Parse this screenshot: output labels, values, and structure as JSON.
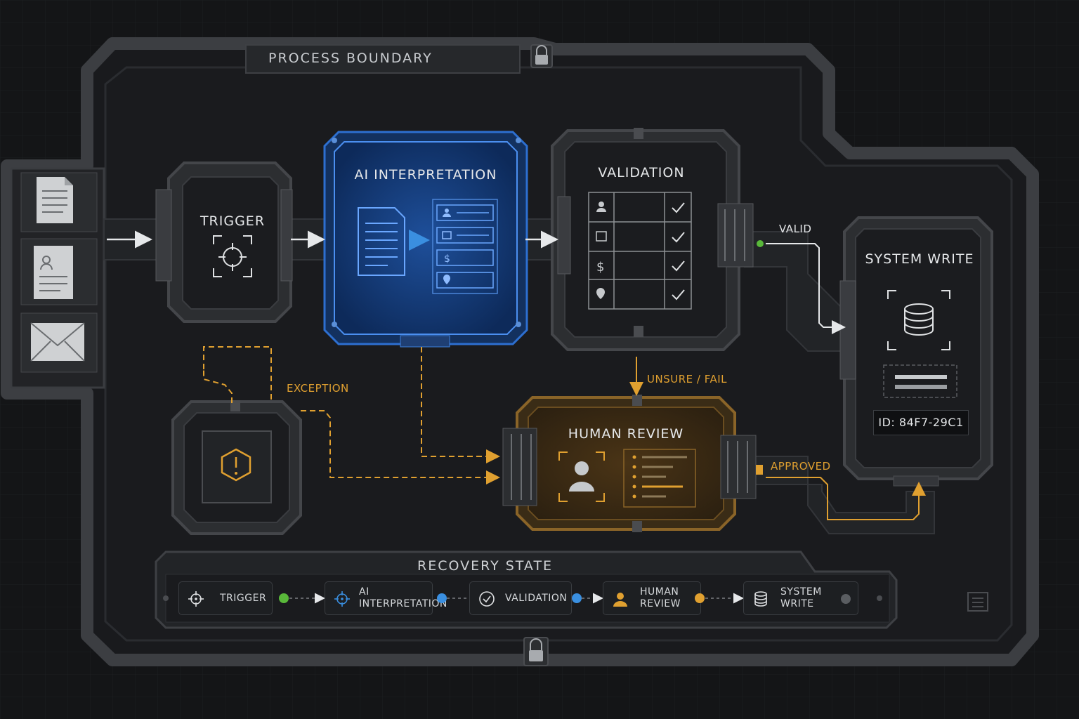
{
  "boundary": {
    "title": "PROCESS BOUNDARY"
  },
  "nodes": {
    "trigger": {
      "title": "TRIGGER"
    },
    "ai": {
      "title": "AI INTERPRETATION"
    },
    "validation": {
      "title": "VALIDATION"
    },
    "system_write": {
      "title": "SYSTEM WRITE",
      "record_id": "ID: 84F7-29C1"
    },
    "human_review": {
      "title": "HUMAN REVIEW"
    }
  },
  "flows": {
    "valid": "VALID",
    "unsure_fail": "UNSURE / FAIL",
    "exception": "EXCEPTION",
    "approved": "APPROVED"
  },
  "recovery": {
    "title": "RECOVERY STATE",
    "steps": [
      {
        "label_1": "TRIGGER",
        "label_2": "",
        "icon": "target-icon",
        "dot_color": "#59b83a"
      },
      {
        "label_1": "AI",
        "label_2": "INTERPRETATION",
        "icon": "target-icon",
        "dot_color": "#3a8fe0"
      },
      {
        "label_1": "VALIDATION",
        "label_2": "",
        "icon": "check-circle-icon",
        "dot_color": "#3a8fe0"
      },
      {
        "label_1": "HUMAN",
        "label_2": "REVIEW",
        "icon": "user-icon",
        "dot_color": "#e0a030"
      },
      {
        "label_1": "SYSTEM",
        "label_2": "WRITE",
        "icon": "database-icon",
        "dot_color": "#5a5d61"
      }
    ]
  },
  "colors": {
    "accent_blue": "#2f7fe0",
    "accent_amber": "#e0a030",
    "status_green": "#59b83a",
    "frame": "#3a3c40"
  }
}
